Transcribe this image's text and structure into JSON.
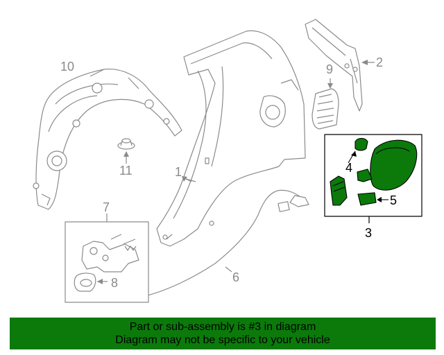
{
  "callouts": {
    "c1": "1",
    "c2": "2",
    "c3": "3",
    "c4": "4",
    "c5": "5",
    "c6": "6",
    "c7": "7",
    "c8": "8",
    "c9": "9",
    "c10": "10",
    "c11": "11"
  },
  "banner": {
    "line1": "Part or sub-assembly is #3 in diagram",
    "line2": "Diagram may not be specific to your vehicle"
  },
  "colors": {
    "highlight": "#0b7a0b",
    "line_art": "#8a8a8a"
  }
}
